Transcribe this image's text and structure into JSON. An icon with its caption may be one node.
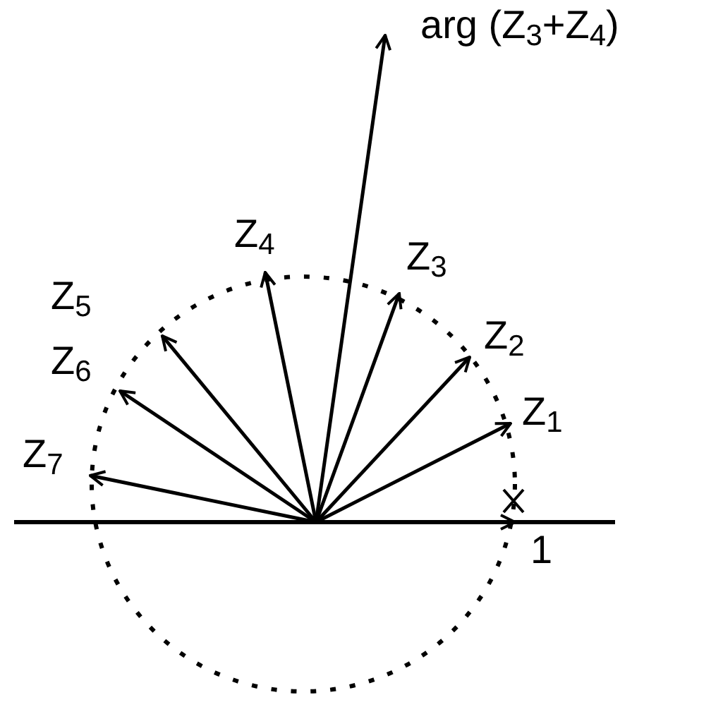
{
  "diagram": {
    "nodes": [
      {
        "text": [
          "1"
        ]
      },
      {
        "text": [
          "Z$_{1}$"
        ]
      },
      {
        "text": [
          "Z$_{2}$"
        ]
      },
      {
        "text": [
          "Z$_{3}$"
        ]
      },
      {
        "text": [
          "Z$_{4}$"
        ]
      },
      {
        "text": [
          "Z$_{5}$"
        ]
      },
      {
        "text": [
          "Z$_{6}$"
        ]
      },
      {
        "text": [
          "Z$_{7}$"
        ]
      },
      {
        "text": [
          "arg (Z$_{3}$+Z$_{4}$)"
        ]
      }
    ],
    "edges": [
      {
        "from": null,
        "to": 0,
        "arrow": "to"
      },
      {
        "from": null,
        "to": 1,
        "arrow": "to"
      },
      {
        "from": null,
        "to": 2,
        "arrow": "to"
      },
      {
        "from": null,
        "to": 3,
        "arrow": "to"
      },
      {
        "from": null,
        "to": 4,
        "arrow": "to"
      },
      {
        "from": null,
        "to": 5,
        "arrow": "to"
      },
      {
        "from": null,
        "to": 6,
        "arrow": "to"
      },
      {
        "from": null,
        "to": 7,
        "arrow": "to"
      },
      {
        "from": null,
        "to": 8,
        "arrow": "to"
      }
    ]
  }
}
